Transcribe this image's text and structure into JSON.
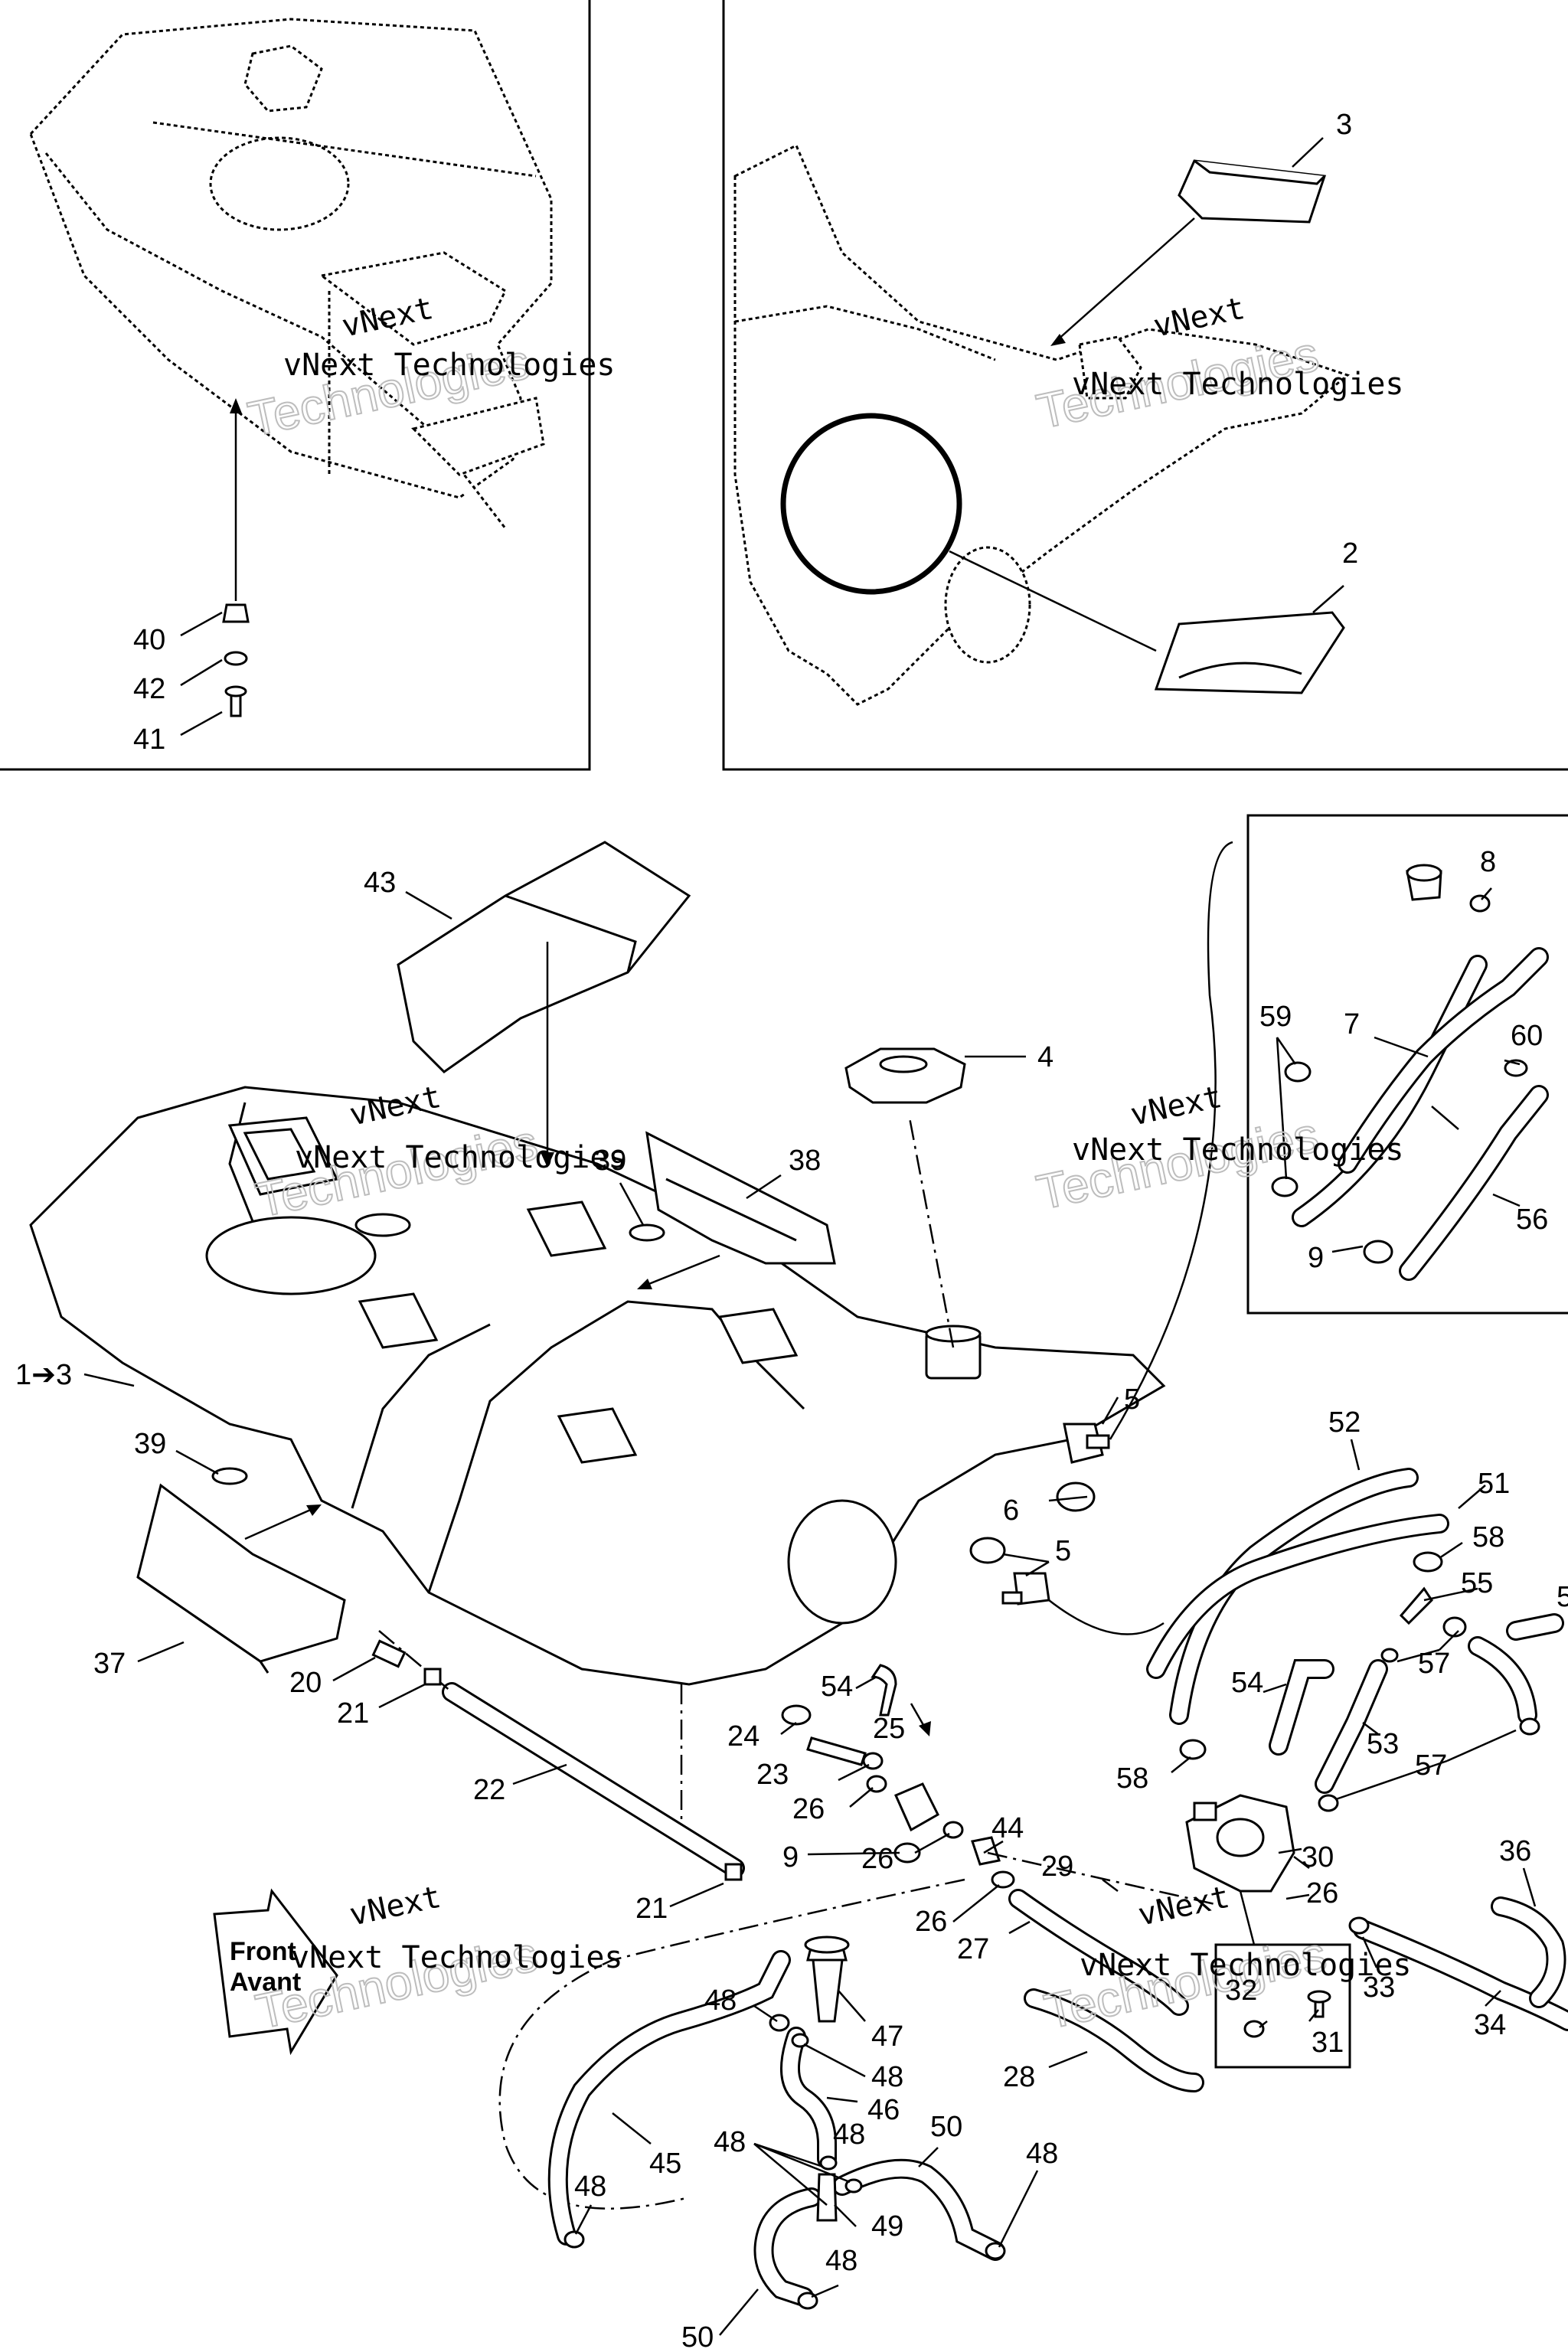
{
  "callouts": [
    {
      "text": "3"
    },
    {
      "text": "2"
    },
    {
      "text": "40"
    },
    {
      "text": "42"
    },
    {
      "text": "41"
    },
    {
      "text": "43"
    },
    {
      "text": "4"
    },
    {
      "text": "39"
    },
    {
      "text": "38"
    },
    {
      "text": "1➔3"
    },
    {
      "text": "39"
    },
    {
      "text": "37"
    },
    {
      "text": "20"
    },
    {
      "text": "21"
    },
    {
      "text": "22"
    },
    {
      "text": "21"
    },
    {
      "text": "5"
    },
    {
      "text": "6"
    },
    {
      "text": "5"
    },
    {
      "text": "24"
    },
    {
      "text": "54"
    },
    {
      "text": "25"
    },
    {
      "text": "23"
    },
    {
      "text": "26"
    },
    {
      "text": "9"
    },
    {
      "text": "26"
    },
    {
      "text": "44"
    },
    {
      "text": "26"
    },
    {
      "text": "27"
    },
    {
      "text": "29"
    },
    {
      "text": "28"
    },
    {
      "text": "8"
    },
    {
      "text": "7"
    },
    {
      "text": "59"
    },
    {
      "text": "60"
    },
    {
      "text": "56"
    },
    {
      "text": "9"
    },
    {
      "text": "52"
    },
    {
      "text": "51"
    },
    {
      "text": "58"
    },
    {
      "text": "55"
    },
    {
      "text": "5"
    },
    {
      "text": "54"
    },
    {
      "text": "53"
    },
    {
      "text": "57"
    },
    {
      "text": "57"
    },
    {
      "text": "58"
    },
    {
      "text": "30"
    },
    {
      "text": "26"
    },
    {
      "text": "36"
    },
    {
      "text": "33"
    },
    {
      "text": "34"
    },
    {
      "text": "32"
    },
    {
      "text": "31"
    },
    {
      "text": "47"
    },
    {
      "text": "48"
    },
    {
      "text": "48"
    },
    {
      "text": "46"
    },
    {
      "text": "48"
    },
    {
      "text": "45"
    },
    {
      "text": "50"
    },
    {
      "text": "48"
    },
    {
      "text": "48"
    },
    {
      "text": "49"
    },
    {
      "text": "48"
    },
    {
      "text": "50"
    },
    {
      "text": "48"
    }
  ],
  "watermark": {
    "line1": "vNext",
    "line2": "vNext Technologies",
    "line3": "Technologies"
  },
  "front_sign": {
    "line1": "Front",
    "line2": "Avant"
  }
}
